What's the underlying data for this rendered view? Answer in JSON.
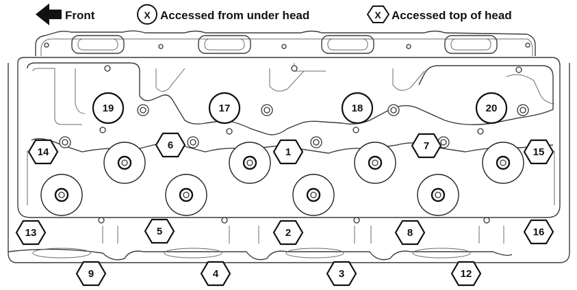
{
  "legend": {
    "front_label": "Front",
    "under_symbol": "X",
    "under_label": "Accessed from under head",
    "top_symbol": "X",
    "top_label": "Accessed top of head",
    "arrow_icon": "left-arrow-icon"
  },
  "bolts": {
    "b1": "1",
    "b2": "2",
    "b3": "3",
    "b4": "4",
    "b5": "5",
    "b6": "6",
    "b7": "7",
    "b8": "8",
    "b9": "9",
    "b12": "12",
    "b13": "13",
    "b14": "14",
    "b15": "15",
    "b16": "16",
    "b17": "17",
    "b18": "18",
    "b19": "19",
    "b20": "20"
  },
  "colors": {
    "ink": "#111111",
    "outline": "#3a3a3a",
    "background": "#ffffff"
  }
}
